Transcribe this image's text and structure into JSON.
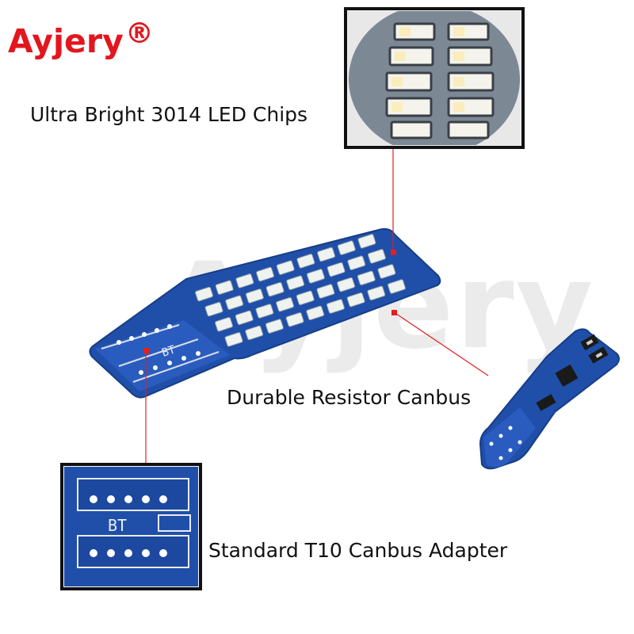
{
  "brand": {
    "name": "Ayjery",
    "mark": "®",
    "color": "#e3161e"
  },
  "watermark": "Ayjery",
  "callouts": {
    "chips": "Ultra Bright 3014 LED Chips",
    "resistor": "Durable Resistor Canbus",
    "adapter": "Standard T10 Canbus Adapter"
  },
  "board_marking": "BT",
  "colors": {
    "pcb": "#1f4fa8",
    "pcb_dark": "#173d86",
    "leader": "#e32020",
    "frame": "#111111"
  }
}
